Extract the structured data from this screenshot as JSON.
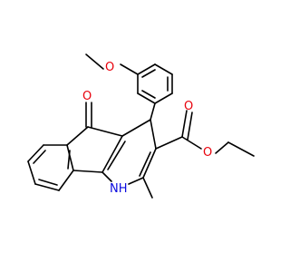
{
  "diagram": {
    "type": "skeletal-structural-formula",
    "colors": {
      "bond": "#000000",
      "oxygen": "#e8000b",
      "nitrogen": "#0a0adf",
      "background": "#ffffff"
    },
    "atom_labels": {
      "methoxy_oxygen": "O",
      "ketone_oxygen": "O",
      "carbonyl_oxygen": "O",
      "ester_oxygen": "O",
      "amine": "NH"
    }
  }
}
